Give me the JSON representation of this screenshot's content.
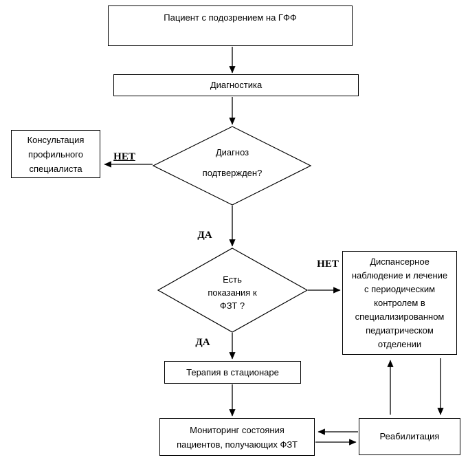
{
  "diagram": {
    "background_color": "#ffffff",
    "line_color": "#000000",
    "text_color": "#000000",
    "nodes": {
      "patient": {
        "label": "Пациент с подозрением на ГФФ"
      },
      "diagnostics": {
        "label": "Диагностика"
      },
      "consult": {
        "lines": [
          "Консультация",
          "профильного",
          "специалиста"
        ]
      },
      "decision_diagnosis": {
        "lines": [
          "Диагноз",
          "подтвержден?"
        ]
      },
      "decision_ert": {
        "lines": [
          "Есть",
          "показания к",
          "ФЗТ ?"
        ]
      },
      "dispensary": {
        "lines": [
          "Диспансерное",
          "наблюдение и лечение",
          "с периодическим",
          "контролем в",
          "специализированном",
          "педиатрическом",
          "отделении"
        ]
      },
      "therapy": {
        "label": "Терапия в стационаре"
      },
      "monitoring": {
        "lines": [
          "Мониторинг состояния",
          "пациентов, получающих ФЗТ"
        ]
      },
      "rehab": {
        "label": "Реабилитация"
      }
    },
    "edge_labels": {
      "no_diagnosis": "НЕТ",
      "yes_diagnosis": "ДА",
      "no_ert": "НЕТ",
      "yes_ert": "ДА"
    }
  }
}
